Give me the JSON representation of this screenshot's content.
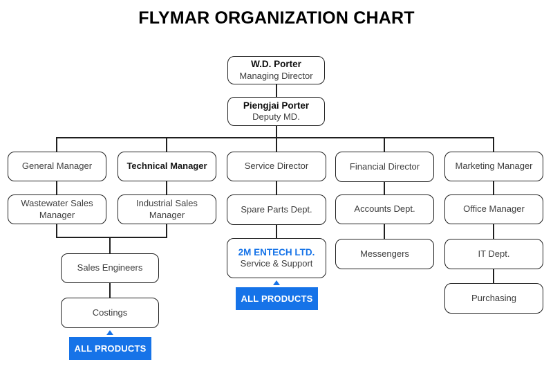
{
  "title": "FLYMAR ORGANIZATION CHART",
  "colors": {
    "accent_blue": "#1673E8",
    "connector_line": "#1F1F1F",
    "node_text": "#3D3D3D",
    "node_background": "#FFFFFF",
    "badge_text": "#FFFFFF"
  },
  "nodes": {
    "managing_director": {
      "name": "W.D. Porter",
      "role": "Managing Director"
    },
    "deputy_md": {
      "name": "Piengjai Porter",
      "role": "Deputy MD."
    },
    "general_manager": {
      "label": "General Manager"
    },
    "technical_manager": {
      "label": "Technical Manager"
    },
    "service_director": {
      "label": "Service Director"
    },
    "financial_director": {
      "label": "Financial Director"
    },
    "marketing_manager": {
      "label": "Marketing Manager"
    },
    "wastewater_sales_manager": {
      "label": "Wastewater Sales Manager"
    },
    "industrial_sales_manager": {
      "label": "Industrial Sales Manager"
    },
    "spare_parts_dept": {
      "label": "Spare Parts Dept."
    },
    "accounts_dept": {
      "label": "Accounts Dept."
    },
    "office_manager": {
      "label": "Office Manager"
    },
    "sales_engineers": {
      "label": "Sales Engineers"
    },
    "entech": {
      "name": "2M ENTECH LTD.",
      "role": "Service & Support"
    },
    "messengers": {
      "label": "Messengers"
    },
    "it_dept": {
      "label": "IT Dept."
    },
    "costings": {
      "label": "Costings"
    },
    "purchasing": {
      "label": "Purchasing"
    }
  },
  "badges": {
    "sales_all_products": "ALL PRODUCTS",
    "service_all_products": "ALL PRODUCTS"
  },
  "icons": {
    "up_arrow": "triangle-up"
  }
}
